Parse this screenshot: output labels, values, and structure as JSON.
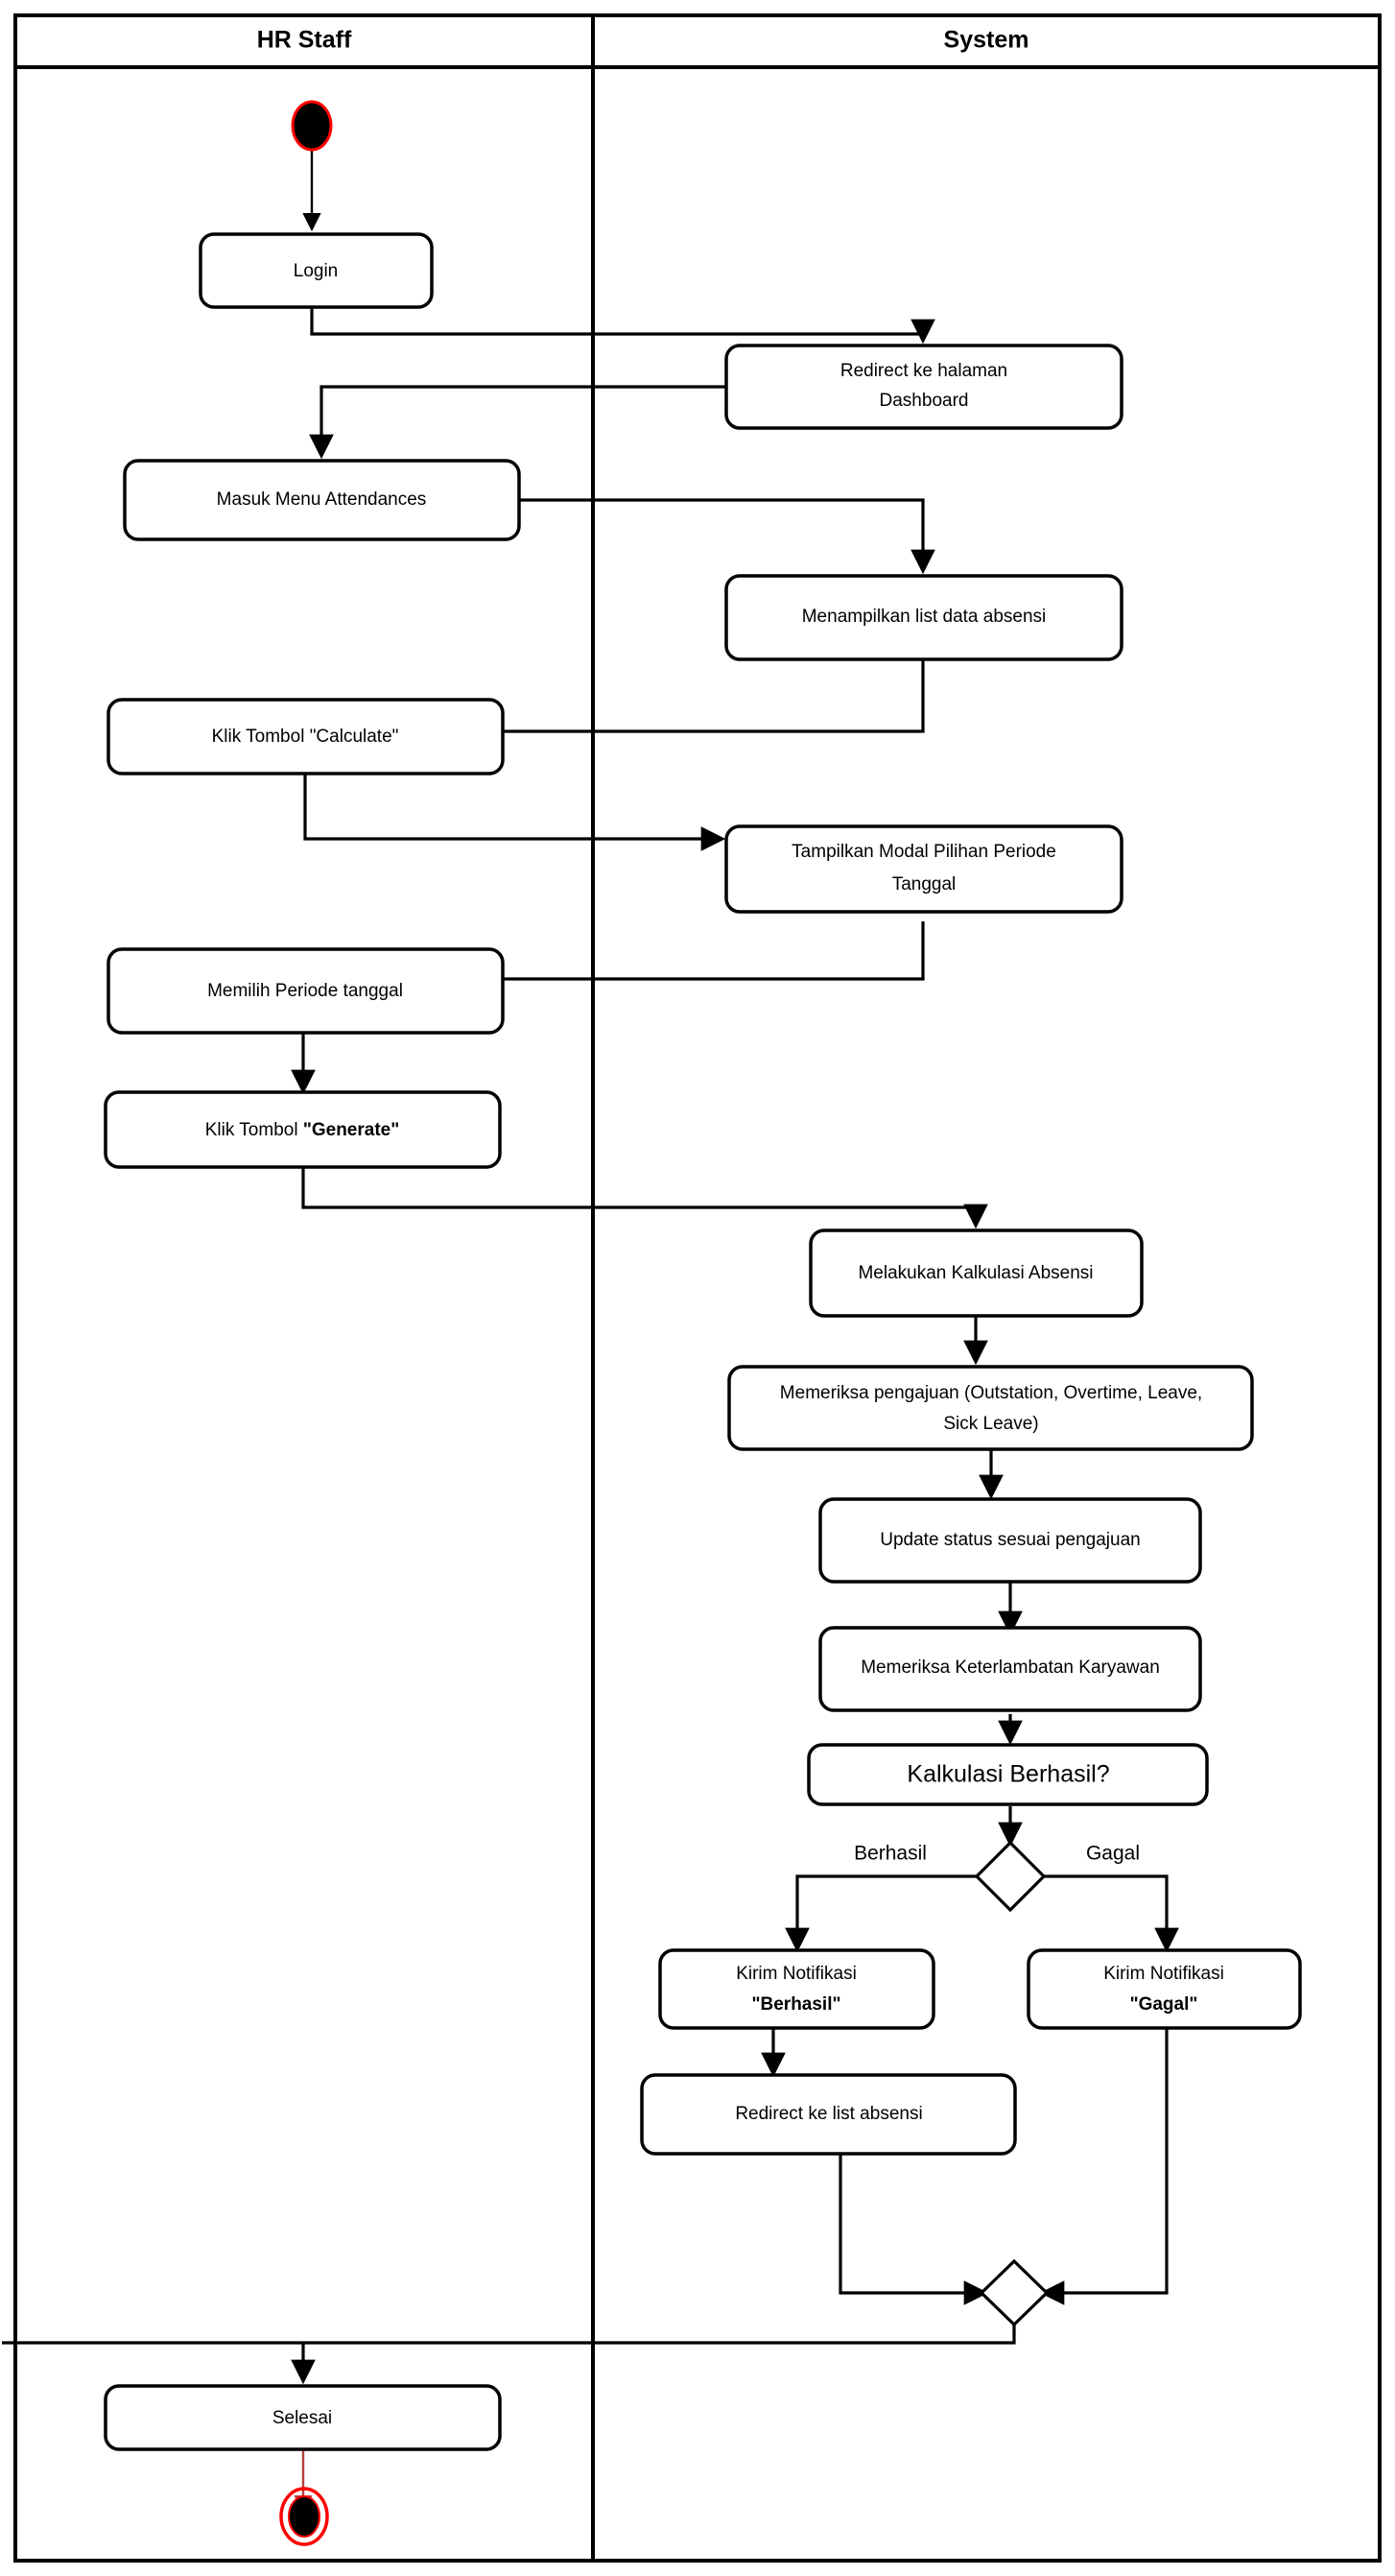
{
  "diagram": {
    "type": "uml-activity-swimlane",
    "lanes": [
      {
        "id": "hr",
        "title": "HR Staff"
      },
      {
        "id": "system",
        "title": "System"
      }
    ],
    "nodes": {
      "start": {
        "kind": "initial-node",
        "lane": "hr"
      },
      "login": {
        "kind": "action",
        "lane": "hr",
        "label": "Login"
      },
      "redirect_dashboard": {
        "kind": "action",
        "lane": "system",
        "line1": "Redirect ke halaman",
        "line2": "Dashboard"
      },
      "masuk_menu": {
        "kind": "action",
        "lane": "hr",
        "label": "Masuk Menu Attendances"
      },
      "list_absensi": {
        "kind": "action",
        "lane": "system",
        "label": "Menampilkan list data absensi"
      },
      "klik_calculate": {
        "kind": "action",
        "lane": "hr",
        "label": "Klik Tombol \"Calculate\""
      },
      "modal_periode": {
        "kind": "action",
        "lane": "system",
        "line1": "Tampilkan Modal Pilihan Periode",
        "line2": "Tanggal"
      },
      "pilih_periode": {
        "kind": "action",
        "lane": "hr",
        "label": "Memilih Periode tanggal"
      },
      "klik_generate": {
        "kind": "action",
        "lane": "hr",
        "label_plain": "Klik Tombol ",
        "label_bold": "\"Generate\""
      },
      "kalkulasi": {
        "kind": "action",
        "lane": "system",
        "label": "Melakukan Kalkulasi Absensi"
      },
      "periksa_pengajuan": {
        "kind": "action",
        "lane": "system",
        "line1": "Memeriksa pengajuan (Outstation, Overtime, Leave,",
        "line2": "Sick Leave)"
      },
      "update_status": {
        "kind": "action",
        "lane": "system",
        "label": "Update status sesuai pengajuan"
      },
      "periksa_terlambat": {
        "kind": "action",
        "lane": "system",
        "label": "Memeriksa Keterlambatan Karyawan"
      },
      "kalkulasi_berhasil": {
        "kind": "action",
        "lane": "system",
        "label": "Kalkulasi Berhasil?"
      },
      "decision": {
        "kind": "decision",
        "lane": "system"
      },
      "notif_berhasil": {
        "kind": "action",
        "lane": "system",
        "line1": "Kirim Notifikasi",
        "line2": "\"Berhasil\""
      },
      "notif_gagal": {
        "kind": "action",
        "lane": "system",
        "line1": "Kirim Notifikasi",
        "line2": "\"Gagal\""
      },
      "redirect_list": {
        "kind": "action",
        "lane": "system",
        "label": "Redirect ke list absensi"
      },
      "merge": {
        "kind": "merge",
        "lane": "system"
      },
      "selesai": {
        "kind": "action",
        "lane": "hr",
        "label": "Selesai"
      },
      "end": {
        "kind": "final-node",
        "lane": "hr"
      }
    },
    "edge_labels": {
      "berhasil": "Berhasil",
      "gagal": "Gagal"
    },
    "colors": {
      "stroke": "#000000",
      "background": "#ffffff",
      "accent_red": "#ff0000",
      "final_flow_red": "#b5413c"
    }
  }
}
